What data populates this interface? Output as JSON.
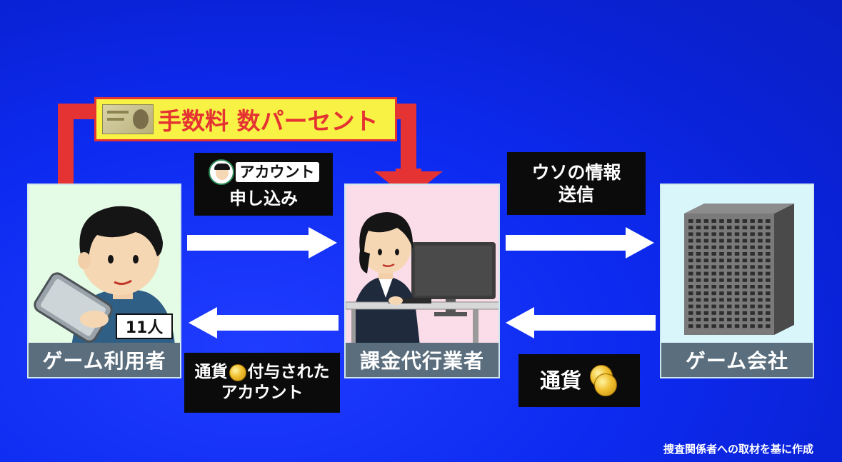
{
  "fee_banner": {
    "text": "手数料 数パーセント"
  },
  "user_panel": {
    "label": "ゲーム利用者",
    "count_badge": "11人"
  },
  "agent_panel": {
    "label": "課金代行業者"
  },
  "company_panel": {
    "label": "ゲーム会社"
  },
  "apply_box": {
    "account_tag": "アカウント",
    "text": "申し込み"
  },
  "false_info_box": {
    "line1": "ウソの情報",
    "line2": "送信"
  },
  "granted_box": {
    "line1_a": "通貨",
    "line1_b": "付与された",
    "line2": "アカウント"
  },
  "currency_box": {
    "text": "通貨"
  },
  "source_caption": "捜査関係者への取材を基に作成",
  "colors": {
    "red_arrow": "#e53232",
    "banner_yellow": "#f7f244",
    "panel_green": "#e4fbe5",
    "panel_pink": "#fbdde9",
    "panel_cyan": "#d9f6fb"
  }
}
